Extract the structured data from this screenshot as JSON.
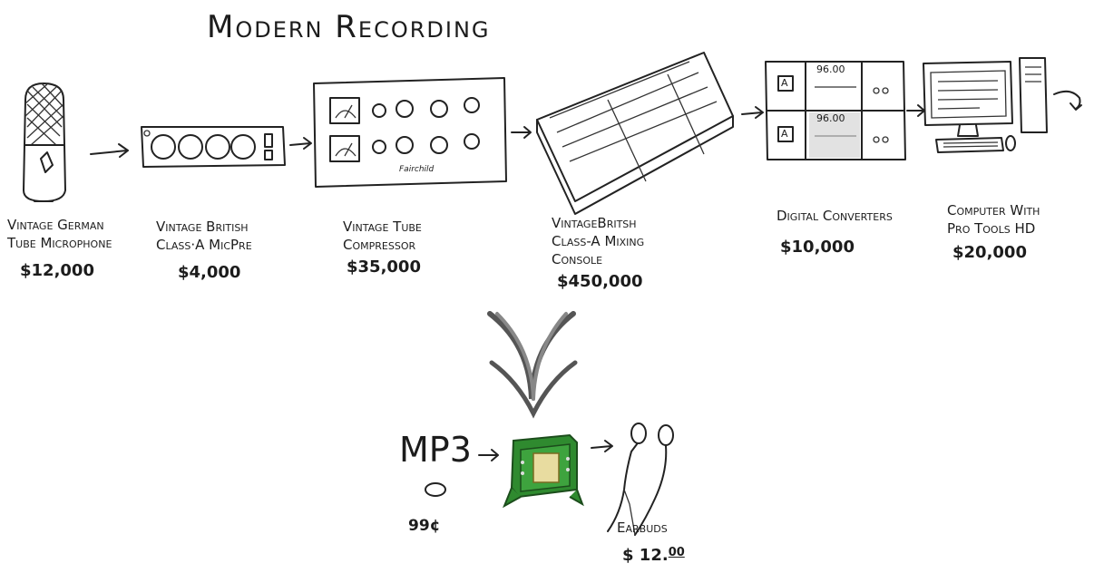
{
  "title": "Modern Recording",
  "chain": [
    {
      "label": "Vintage German\nTube Microphone",
      "price": "$12,000",
      "icon": "microphone-icon"
    },
    {
      "label": "Vintage British\nClass·A MicPre",
      "price": "$4,000",
      "icon": "mic-preamp-icon"
    },
    {
      "label": "Vintage Tube\nCompressor",
      "price": "$35,000",
      "icon": "compressor-icon"
    },
    {
      "label": "VintageBritsh\nClass-A Mixing\nConsole",
      "price": "$450,000",
      "icon": "mixing-console-icon"
    },
    {
      "label": "Digital Converters",
      "price": "$10,000",
      "icon": "converter-icon"
    },
    {
      "label": "Computer With\nPro Tools HD",
      "price": "$20,000",
      "icon": "computer-icon"
    }
  ],
  "compressor_brand": "Fairchild",
  "converter_rates": [
    "96.00",
    "96.00"
  ],
  "converter_badge": "A",
  "playback": {
    "format": "MP3",
    "format_price": "99¢",
    "transformer_icon": "transformer-icon",
    "earbuds_label": "Earbuds",
    "earbuds_price_main": "$ 12.",
    "earbuds_price_cents": "00",
    "earbuds_icon": "earbuds-icon"
  }
}
